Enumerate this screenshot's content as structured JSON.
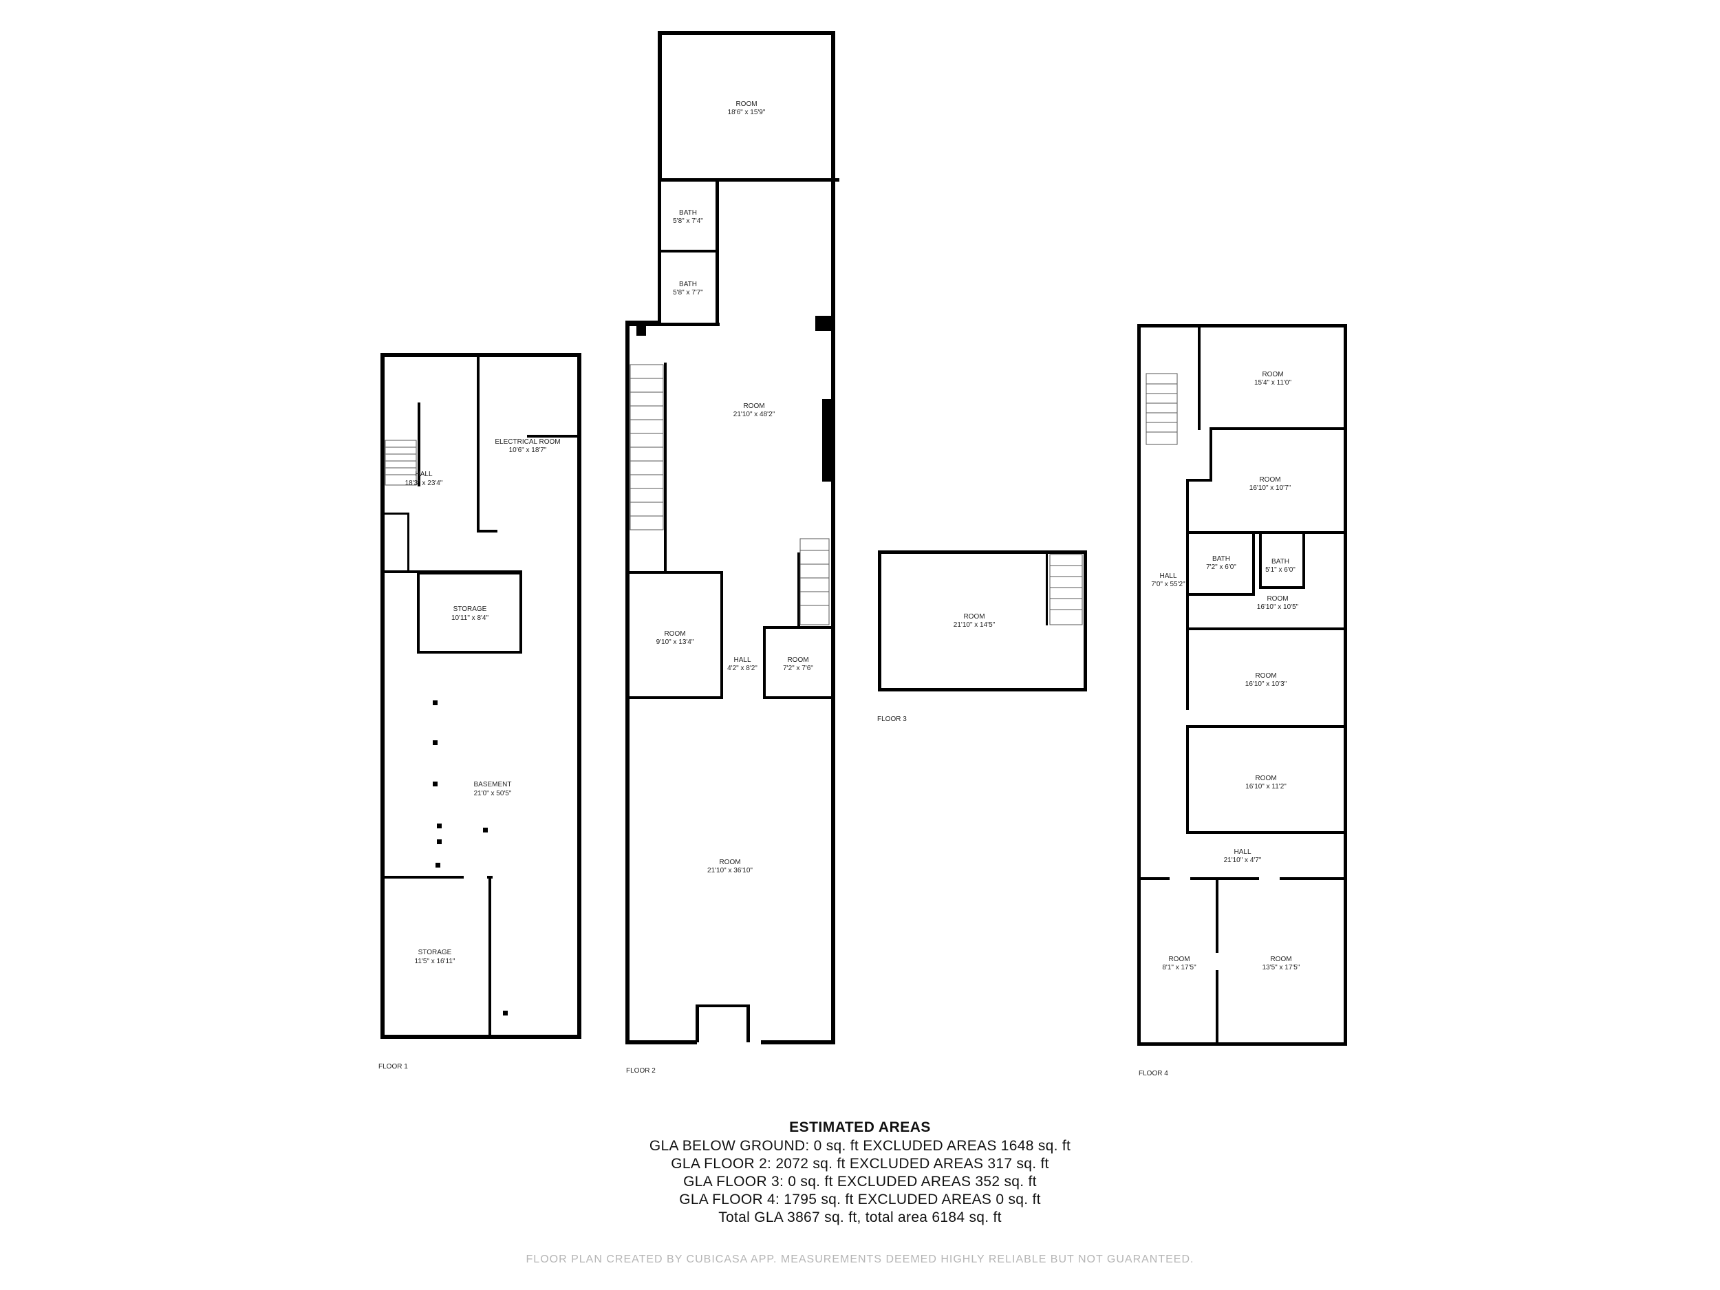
{
  "floors": {
    "floor1": {
      "label": "FLOOR 1",
      "rooms": {
        "hall": {
          "name": "HALL",
          "dim": "18'3\" x 23'4\""
        },
        "electrical": {
          "name": "ELECTRICAL ROOM",
          "dim": "10'6\" x 18'7\""
        },
        "storage_a": {
          "name": "STORAGE",
          "dim": "10'11\" x 8'4\""
        },
        "basement": {
          "name": "BASEMENT",
          "dim": "21'0\" x 50'5\""
        },
        "storage_b": {
          "name": "STORAGE",
          "dim": "11'5\" x 16'11\""
        }
      }
    },
    "floor2": {
      "label": "FLOOR 2",
      "rooms": {
        "room_top": {
          "name": "ROOM",
          "dim": "18'6\" x 15'9\""
        },
        "bath_a": {
          "name": "BATH",
          "dim": "5'8\" x 7'4\""
        },
        "bath_b": {
          "name": "BATH",
          "dim": "5'8\" x 7'7\""
        },
        "room_large": {
          "name": "ROOM",
          "dim": "21'10\" x 48'2\""
        },
        "room_left": {
          "name": "ROOM",
          "dim": "9'10\" x 13'4\""
        },
        "hall": {
          "name": "HALL",
          "dim": "4'2\" x 8'2\""
        },
        "room_small": {
          "name": "ROOM",
          "dim": "7'2\" x 7'6\""
        },
        "room_front": {
          "name": "ROOM",
          "dim": "21'10\" x 36'10\""
        }
      }
    },
    "floor3": {
      "label": "FLOOR 3",
      "rooms": {
        "room": {
          "name": "ROOM",
          "dim": "21'10\" x 14'5\""
        }
      }
    },
    "floor4": {
      "label": "FLOOR 4",
      "rooms": {
        "room1": {
          "name": "ROOM",
          "dim": "15'4\" x 11'0\""
        },
        "room2": {
          "name": "ROOM",
          "dim": "16'10\" x 10'7\""
        },
        "bath_a": {
          "name": "BATH",
          "dim": "7'2\" x 6'0\""
        },
        "bath_b": {
          "name": "BATH",
          "dim": "5'1\" x 6'0\""
        },
        "room3": {
          "name": "ROOM",
          "dim": "16'10\" x 10'5\""
        },
        "hall_long": {
          "name": "HALL",
          "dim": "7'0\" x 55'2\""
        },
        "room4": {
          "name": "ROOM",
          "dim": "16'10\" x 10'3\""
        },
        "room5": {
          "name": "ROOM",
          "dim": "16'10\" x 11'2\""
        },
        "hall_cross": {
          "name": "HALL",
          "dim": "21'10\" x 4'7\""
        },
        "room6": {
          "name": "ROOM",
          "dim": "8'1\" x 17'5\""
        },
        "room7": {
          "name": "ROOM",
          "dim": "13'5\" x 17'5\""
        }
      }
    }
  },
  "areas": {
    "title": "ESTIMATED AREAS",
    "lines": [
      "GLA BELOW GROUND: 0 sq. ft EXCLUDED AREAS 1648 sq. ft",
      "GLA FLOOR 2: 2072 sq. ft EXCLUDED AREAS 317 sq. ft",
      "GLA FLOOR 3: 0 sq. ft EXCLUDED AREAS 352 sq. ft",
      "GLA FLOOR 4: 1795 sq. ft EXCLUDED AREAS 0 sq. ft",
      "Total GLA 3867 sq. ft, total area 6184 sq. ft"
    ]
  },
  "footer": "FLOOR PLAN CREATED BY CUBICASA APP. MEASUREMENTS DEEMED HIGHLY RELIABLE BUT NOT GUARANTEED.",
  "colors": {
    "wall": "#000000",
    "footer_text": "#b5b5b5"
  }
}
